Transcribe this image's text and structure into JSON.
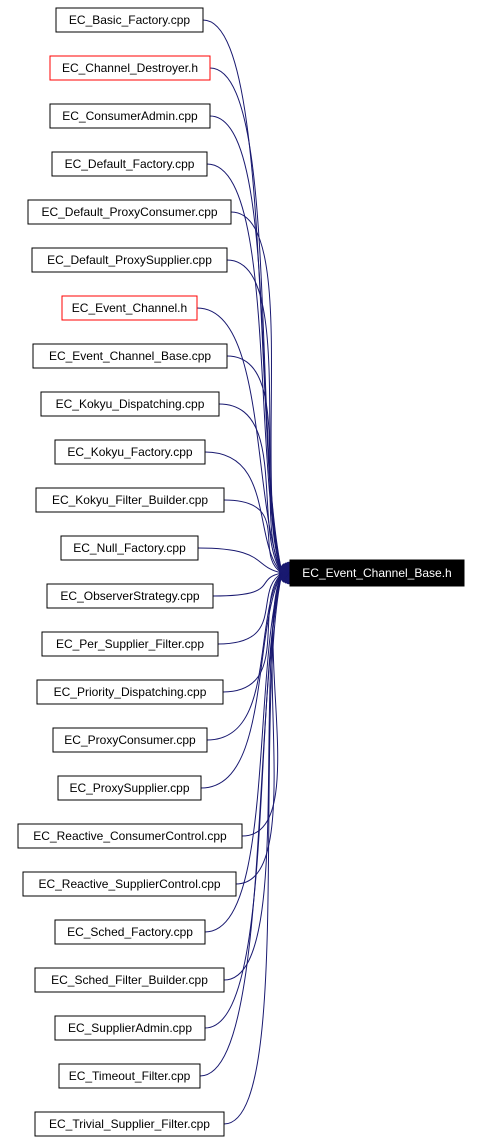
{
  "graph": {
    "target": {
      "label": "EC_Event_Channel_Base.h"
    },
    "sources": [
      {
        "label": "EC_Basic_Factory.cpp",
        "border": "black"
      },
      {
        "label": "EC_Channel_Destroyer.h",
        "border": "red"
      },
      {
        "label": "EC_ConsumerAdmin.cpp",
        "border": "black"
      },
      {
        "label": "EC_Default_Factory.cpp",
        "border": "black"
      },
      {
        "label": "EC_Default_ProxyConsumer.cpp",
        "border": "black"
      },
      {
        "label": "EC_Default_ProxySupplier.cpp",
        "border": "black"
      },
      {
        "label": "EC_Event_Channel.h",
        "border": "red"
      },
      {
        "label": "EC_Event_Channel_Base.cpp",
        "border": "black"
      },
      {
        "label": "EC_Kokyu_Dispatching.cpp",
        "border": "black"
      },
      {
        "label": "EC_Kokyu_Factory.cpp",
        "border": "black"
      },
      {
        "label": "EC_Kokyu_Filter_Builder.cpp",
        "border": "black"
      },
      {
        "label": "EC_Null_Factory.cpp",
        "border": "black"
      },
      {
        "label": "EC_ObserverStrategy.cpp",
        "border": "black"
      },
      {
        "label": "EC_Per_Supplier_Filter.cpp",
        "border": "black"
      },
      {
        "label": "EC_Priority_Dispatching.cpp",
        "border": "black"
      },
      {
        "label": "EC_ProxyConsumer.cpp",
        "border": "black"
      },
      {
        "label": "EC_ProxySupplier.cpp",
        "border": "black"
      },
      {
        "label": "EC_Reactive_ConsumerControl.cpp",
        "border": "black"
      },
      {
        "label": "EC_Reactive_SupplierControl.cpp",
        "border": "black"
      },
      {
        "label": "EC_Sched_Factory.cpp",
        "border": "black"
      },
      {
        "label": "EC_Sched_Filter_Builder.cpp",
        "border": "black"
      },
      {
        "label": "EC_SupplierAdmin.cpp",
        "border": "black"
      },
      {
        "label": "EC_Timeout_Filter.cpp",
        "border": "black"
      },
      {
        "label": "EC_Trivial_Supplier_Filter.cpp",
        "border": "black"
      }
    ],
    "colors": {
      "edge": "#191970",
      "red_border": "#ff0000",
      "target_fill": "#000000",
      "target_text": "#ffffff"
    }
  }
}
